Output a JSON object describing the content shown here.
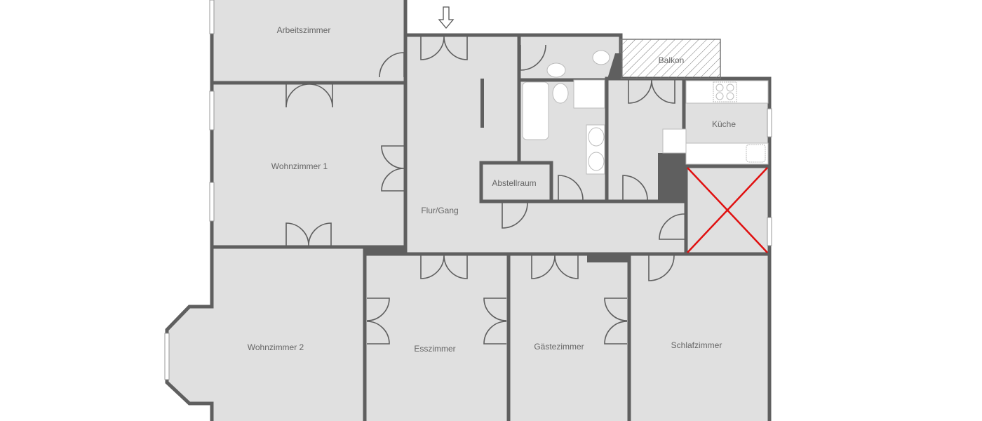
{
  "rooms": {
    "arbeitszimmer": "Arbeitszimmer",
    "wohnzimmer1": "Wohnzimmer 1",
    "wohnzimmer2": "Wohnzimmer 2",
    "flur": "Flur/Gang",
    "abstellraum": "Abstellraum",
    "balkon": "Balkon",
    "kueche": "Küche",
    "esszimmer": "Esszimmer",
    "gaestezimmer": "Gästezimmer",
    "schlafzimmer": "Schlafzimmer"
  },
  "colors": {
    "wall": "#5f5f5f",
    "floor": "#e0e0e0",
    "cross_mark": "#e01010"
  },
  "icons": [
    "entrance-arrow-icon",
    "door-swing-icon",
    "bathtub-icon",
    "toilet-icon",
    "sink-icon",
    "shower-icon",
    "stove-icon",
    "kitchen-sink-icon"
  ]
}
